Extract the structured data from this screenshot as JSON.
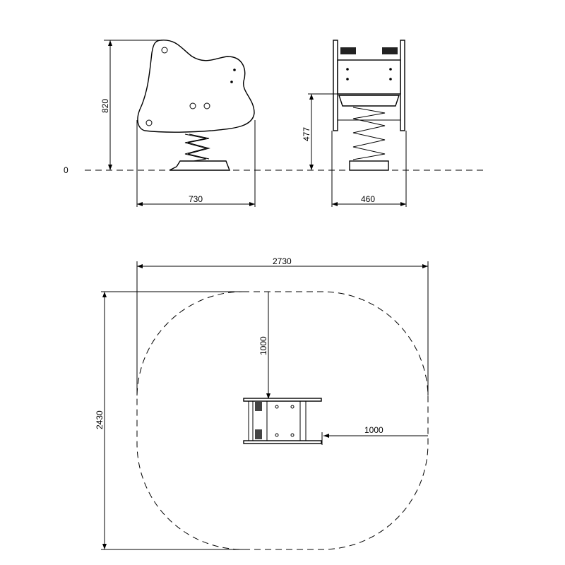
{
  "ground_label": "0",
  "side_view": {
    "height_label": "820",
    "width_label": "730"
  },
  "front_view": {
    "seat_height_label": "477",
    "width_label": "460"
  },
  "plan_view": {
    "length_label": "2730",
    "width_label": "2430",
    "clearance_top_label": "1000",
    "clearance_side_label": "1000"
  }
}
